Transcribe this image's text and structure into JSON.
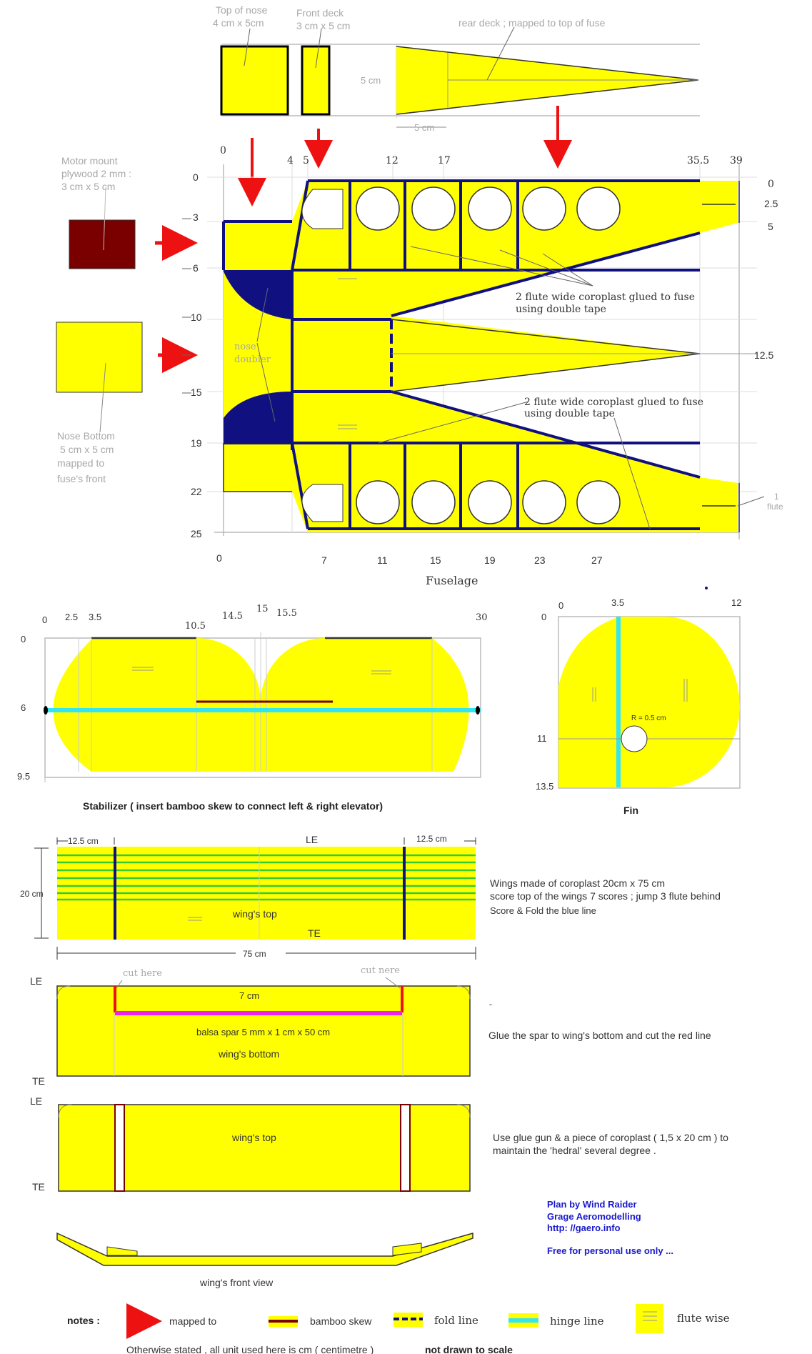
{
  "rear_deck": {
    "top_of_nose_label": "Top of nose",
    "top_of_nose_size": "4 cm x 5cm",
    "front_deck_label": "Front deck",
    "front_deck_size": "3 cm x 5 cm",
    "rear_deck_label": "rear deck ; mapped to top of fuse",
    "height_dim": "5 cm",
    "width_dim": "5 cm"
  },
  "motor_mount": {
    "line1": "Motor mount",
    "line2": "plywood 2 mm :",
    "line3": "3 cm  x  5 cm"
  },
  "nose_bottom": {
    "line1": "Nose Bottom",
    "line2": "5 cm  x  5 cm",
    "line3": "mapped  to",
    "line4": "fuse's front"
  },
  "fuselage": {
    "title": "Fuselage",
    "top_ticks": [
      "0",
      "4",
      "5",
      "12",
      "17",
      "35.5",
      "39"
    ],
    "bottom_ticks": [
      "0",
      "7",
      "11",
      "15",
      "19",
      "23",
      "27"
    ],
    "left_ticks": [
      "0",
      "3",
      "6",
      "10",
      "15",
      "19",
      "22",
      "25"
    ],
    "right_ticks": [
      "0",
      "2.5",
      "5",
      "12.5"
    ],
    "nose_doubler_1": "nose",
    "nose_doubler_2": "doubler",
    "coroplast_upper_1": "2 flute wide coroplast glued to fuse",
    "coroplast_upper_2": "using double tape",
    "coroplast_lower_1": "2 flute wide coroplast glued to fuse",
    "coroplast_lower_2": "using double tape",
    "flute_1": "1",
    "flute_2": "flute"
  },
  "stabilizer": {
    "caption": "Stabilizer  ( insert bamboo skew to connect  left & right elevator)",
    "top_ticks": [
      "0",
      "2.5",
      "3.5",
      "10.5",
      "14.5",
      "15",
      "15.5",
      "30"
    ],
    "left_ticks": [
      "0",
      "6",
      "9.5"
    ]
  },
  "fin": {
    "caption": "Fin",
    "top_ticks": [
      "0",
      "3.5",
      "12"
    ],
    "left_ticks": [
      "0",
      "11",
      "13.5"
    ],
    "radius": "R = 0.5 cm"
  },
  "wing_top_scored": {
    "left_dim": "12.5 cm",
    "right_dim": "12.5 cm",
    "le": "LE",
    "te": "TE",
    "height_dim": "20 cm",
    "width_dim": "75 cm",
    "center_label": "wing's top",
    "note1": "Wings made of coroplast 20cm x 75 cm",
    "note2": "score top of the wings 7 scores ; jump 3 flute behind",
    "note3": "Score & Fold the blue line"
  },
  "wing_bottom": {
    "le": "LE",
    "te": "TE",
    "cut_left": "cut here",
    "cut_right": "cut nere",
    "spar_dim": "7 cm",
    "spar_label": "balsa spar 5 mm x 1 cm x 50 cm",
    "center_label": "wing's bottom",
    "dot": "-",
    "note": "Glue the spar to wing's bottom and cut the red line"
  },
  "wing_top_glued": {
    "le": "LE",
    "te": "TE",
    "center_label": "wing's top",
    "note1": "Use glue gun & a piece of coroplast ( 1,5 x 20 cm ) to",
    "note2": "maintain the 'hedral' several degree ."
  },
  "front_view": {
    "caption": "wing's front view"
  },
  "credits": {
    "line1": "Plan by Wind Raider",
    "line2": "Grage Aeromodelling",
    "line3": "http: //gaero.info",
    "line4": "Free for personal use only ..."
  },
  "legend": {
    "notes": "notes :",
    "mapped": "mapped to",
    "bamboo": "bamboo skew",
    "fold": "fold line",
    "hinge": "hinge line",
    "flute": "flute wise"
  },
  "footer": {
    "units": "Otherwise stated , all unit used here is cm ( centimetre )",
    "scale": "not drawn to scale"
  },
  "colors": {
    "yellow": "#ffff00",
    "navy": "#101080",
    "red": "#ee1111",
    "cyan": "#33e5f0",
    "maroon": "#7a0000",
    "green": "#33cc33",
    "magenta": "#ee22ee"
  }
}
